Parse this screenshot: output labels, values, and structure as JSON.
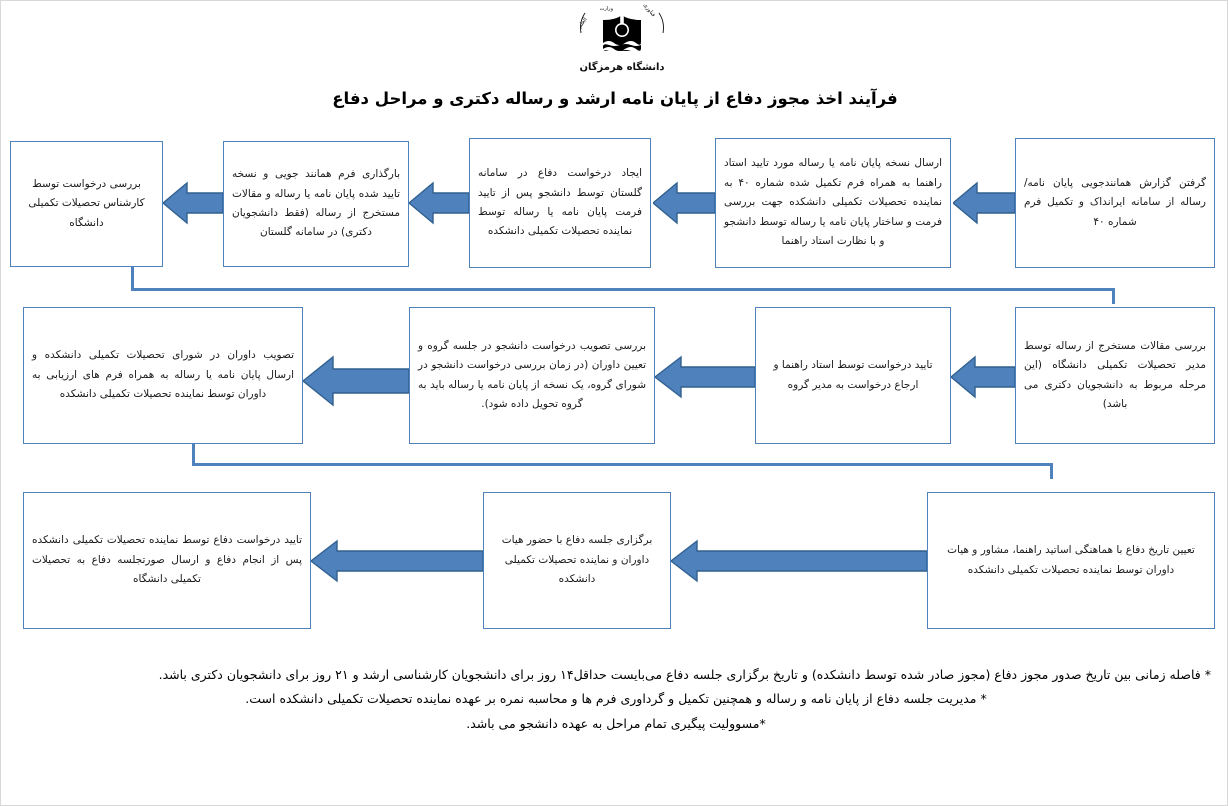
{
  "header": {
    "logo_icon": "university-book-emblem-icon",
    "logo_caption": "دانشگاه هرمزگان",
    "title": "فرآیند اخذ مجوز دفاع از پایان نامه ارشد و رساله دکتری و مراحل دفاع"
  },
  "theme": {
    "box_border": "#4f81bd",
    "arrow_fill": "#4f81bd",
    "arrow_border": "#31608f",
    "connector": "#4f81bd",
    "background": "#ffffff",
    "text": "#1a1a1a"
  },
  "flow": {
    "rows": [
      {
        "row": 1,
        "direction": "right-to-left",
        "steps": [
          {
            "id": "step-1",
            "text": "گرفتن گزارش همانندجویی  پایان نامه/ رساله از سامانه ایرانداک و تکمیل فرم شماره ۴۰"
          },
          {
            "id": "step-2",
            "text": "ارسال نسخه پایان نامه یا رساله مورد تایید استاد راهنما به همراه فرم تکمیل شده شماره ۴۰ به نماینده تحصیلات تکمیلی دانشکده جهت بررسی فرمت و ساختار پایان نامه یا رساله توسط دانشجو و با نظارت استاد راهنما"
          },
          {
            "id": "step-3",
            "text": "ایجاد درخواست دفاع در سامانه گلستان توسط دانشجو پس از تایید فرمت پایان نامه یا رساله توسط نماینده تحصیلات تکمیلی دانشکده"
          },
          {
            "id": "step-4",
            "text": "بارگذاری فرم همانند جویی و نسخه تایید شده پایان نامه یا رساله و مقالات مستخرج از رساله (فقط دانشجویان دکتری) در سامانه گلستان"
          },
          {
            "id": "step-5",
            "text": "بررسی درخواست توسط کارشناس تحصیلات تکمیلی دانشگاه"
          }
        ]
      },
      {
        "row": 2,
        "direction": "right-to-left",
        "steps": [
          {
            "id": "step-6",
            "text": "بررسی مقالات مستخرج از رساله توسط مدیر تحصیلات تکمیلی دانشگاه (این مرحله مربوط به دانشجویان دکتری می باشد)"
          },
          {
            "id": "step-7",
            "text": "تایید درخواست توسط استاد راهنما و ارجاع درخواست به مدیر گروه"
          },
          {
            "id": "step-8",
            "text": "بررسی تصویب درخواست دانشجو در جلسه گروه و تعیین داوران (در زمان بررسی درخواست دانشجو در شورای گروه، یک نسخه از پایان نامه یا رساله باید به گروه تحویل داده شود)."
          },
          {
            "id": "step-9",
            "text": "تصویب داوران در شورای تحصیلات تکمیلی دانشکده و ارسال پایان نامه یا رساله به همراه فرم های ارزیابی به داوران توسط نماینده تحصیلات تکمیلی دانشکده"
          }
        ]
      },
      {
        "row": 3,
        "direction": "right-to-left",
        "steps": [
          {
            "id": "step-10",
            "text": "تعیین تاریخ دفاع با هماهنگی اساتید راهنما، مشاور و هیات داوران توسط نماینده تحصیلات تکمیلی دانشکده"
          },
          {
            "id": "step-11",
            "text": "برگزاری جلسه دفاع با حضور هیات داوران و نماینده تحصیلات تکمیلی دانشکده"
          },
          {
            "id": "step-12",
            "text": "تایید درخواست دفاع توسط نماینده تحصیلات تکمیلی دانشکده پس از انجام دفاع و ارسال صورتجلسه دفاع به تحصیلات تکمیلی دانشگاه"
          }
        ]
      }
    ]
  },
  "notes": [
    "* فاصله زمانی بین تاریخ صدور مجوز دفاع (مجوز صادر شده توسط دانشکده) و تاریخ برگزاری جلسه دفاع می‌بایست حداقل۱۴ روز برای دانشجویان کارشناسی ارشد و ۲۱ روز برای دانشجویان دکتری باشد.",
    "* مدیریت جلسه دفاع از پایان نامه و رساله و همچنین تکمیل و گرداوری فرم ها و محاسبه نمره بر عهده نماینده تحصیلات تکمیلی دانشکده است.",
    "*مسوولیت پیگیری تمام مراحل به عهده دانشجو می باشد."
  ]
}
